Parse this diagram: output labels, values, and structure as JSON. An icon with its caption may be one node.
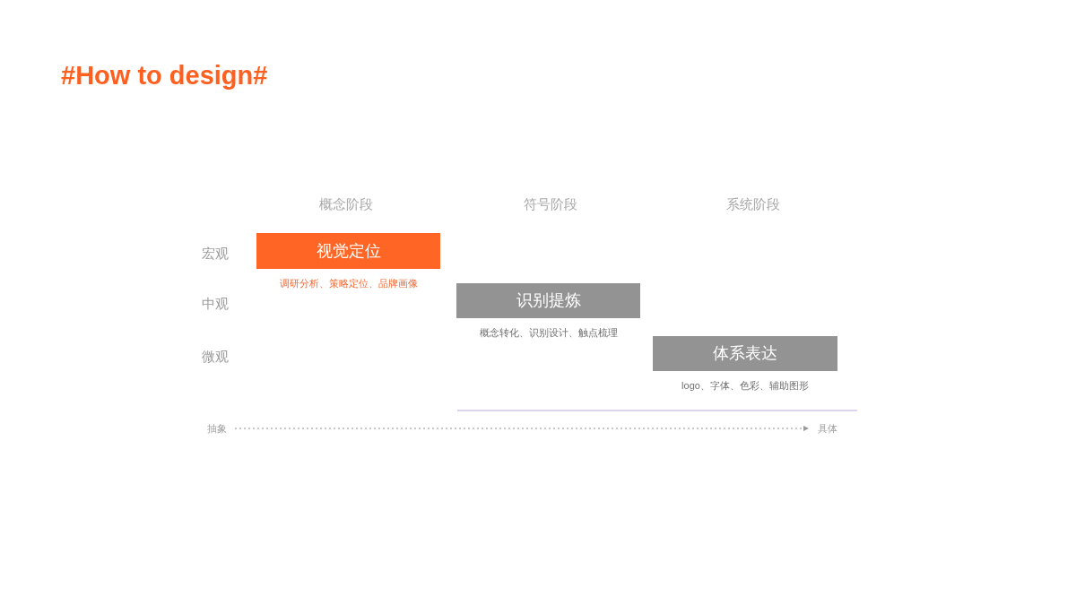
{
  "diagram": {
    "title": "#How to design#",
    "nodes": [
      {
        "text": [
          "视觉定位"
        ],
        "beside": [
          "调研分析、策略定位、品牌画像"
        ]
      },
      {
        "text": [
          "识别提炼"
        ],
        "beside": [
          "概念转化、识别设计、触点梳理"
        ]
      },
      {
        "text": [
          "体系表达"
        ],
        "beside": [
          "logo、字体、色彩、辅助图形"
        ]
      },
      {
        "text": [
          "抽象"
        ]
      },
      {
        "text": [
          "具体"
        ]
      }
    ],
    "edges": [
      {
        "from": 3,
        "to": 4,
        "arrow": "to",
        "style": "dashed"
      }
    ],
    "labels": [
      "概念阶段",
      "符号阶段",
      "系统阶段",
      "宏观",
      "中观",
      "微观"
    ]
  }
}
